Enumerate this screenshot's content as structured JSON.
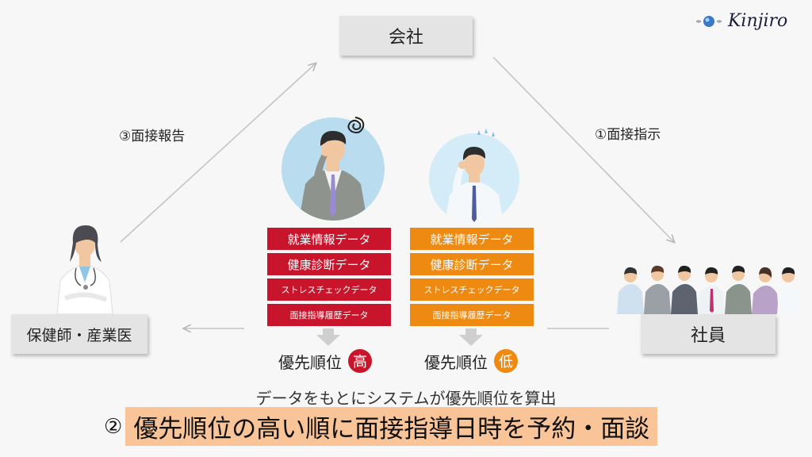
{
  "logo": {
    "text": "Kinjiro"
  },
  "nodes": {
    "company": "会社",
    "employees": "社員",
    "health_staff": "保健師・産業医"
  },
  "steps": {
    "step1": "①面接指示",
    "step3": "③面接報告"
  },
  "columns": {
    "high": {
      "items": [
        "就業情報データ",
        "健康診断データ",
        "ストレスチェックデータ",
        "面接指導履歴データ"
      ],
      "priority_label": "優先順位",
      "priority_badge": "高",
      "color": "#c8152c"
    },
    "low": {
      "items": [
        "就業情報データ",
        "健康診断データ",
        "ストレスチェックデータ",
        "面接指導履歴データ"
      ],
      "priority_label": "優先順位",
      "priority_badge": "低",
      "color": "#ee8a12"
    }
  },
  "caption": "データをもとにシステムが優先順位を算出",
  "headline": {
    "number": "②",
    "text": "優先順位の高い順に面接指導日時を予約・面談",
    "highlight_color": "#f9c497"
  },
  "icons": [
    "logo-globe-icon",
    "stressed-employee-icon",
    "worried-employee-icon",
    "nurse-icon",
    "employee-group-icon",
    "down-arrow-icon"
  ]
}
